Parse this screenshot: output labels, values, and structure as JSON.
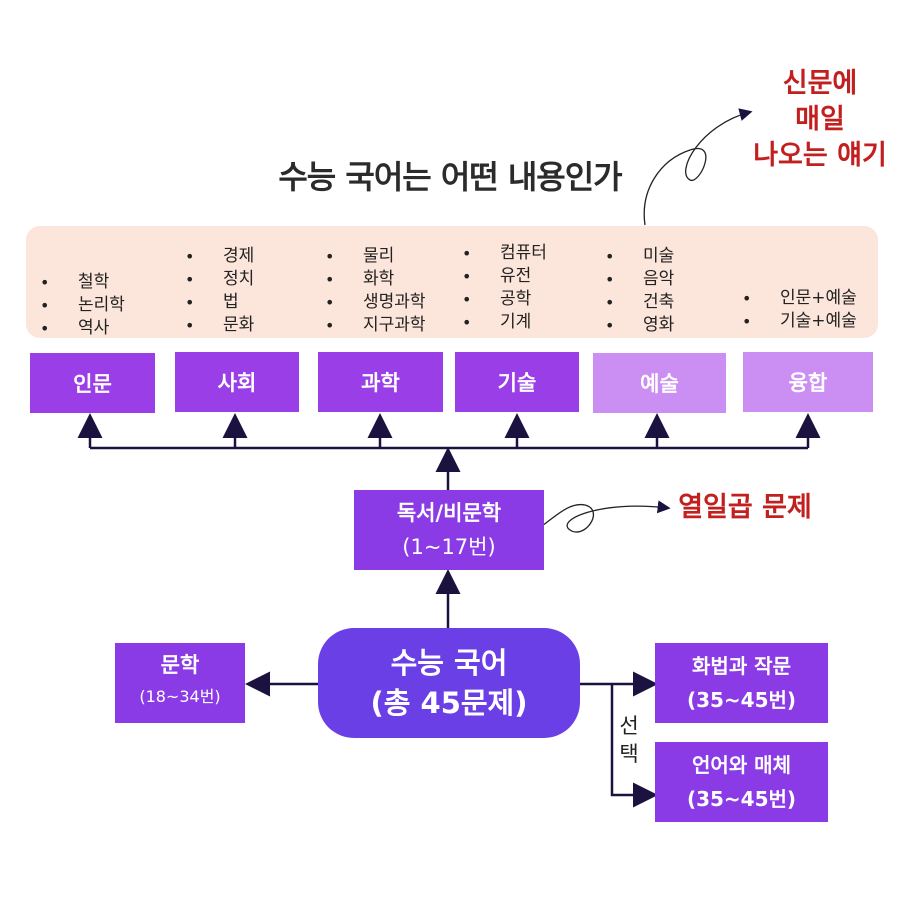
{
  "title": "수능 국어는 어떤 내용인가",
  "note_top": [
    "신문에",
    "매일",
    "나오는 얘기"
  ],
  "note_mid": "열일곱 문제",
  "categories": [
    {
      "label": "인문",
      "topics": [
        "철학",
        "논리학",
        "역사"
      ],
      "color": "#9a3ee8"
    },
    {
      "label": "사회",
      "topics": [
        "경제",
        "정치",
        "법",
        "문화"
      ],
      "color": "#9a3ee8"
    },
    {
      "label": "과학",
      "topics": [
        "물리",
        "화학",
        "생명과학",
        "지구과학"
      ],
      "color": "#9a3ee8"
    },
    {
      "label": "기술",
      "topics": [
        "컴퓨터",
        "유전",
        "공학",
        "기계"
      ],
      "color": "#9a3ee8"
    },
    {
      "label": "예술",
      "topics": [
        "미술",
        "음악",
        "건축",
        "영화"
      ],
      "color": "#cb8ef2"
    },
    {
      "label": "융합",
      "topics": [
        "인문+예술",
        "기술+예술"
      ],
      "color": "#cb8ef2"
    }
  ],
  "reading": {
    "line1": "독서/비문학",
    "line2": "(1~17번)"
  },
  "center": {
    "line1": "수능 국어",
    "line2": "(총 45문제)"
  },
  "literature": {
    "line1": "문학",
    "line2": "(18~34번)"
  },
  "choice_label": [
    "선",
    "택"
  ],
  "option1": {
    "line1": "화법과 작문",
    "line2": "(35~45번)"
  },
  "option2": {
    "line1": "언어와 매체",
    "line2": "(35~45번)"
  },
  "colors": {
    "center": "#6a3fe6",
    "box": "#8a3be6",
    "dark": "#9a3ee8",
    "light": "#cb8ef2",
    "panel": "#fce5da",
    "note": "#c21f1f"
  }
}
